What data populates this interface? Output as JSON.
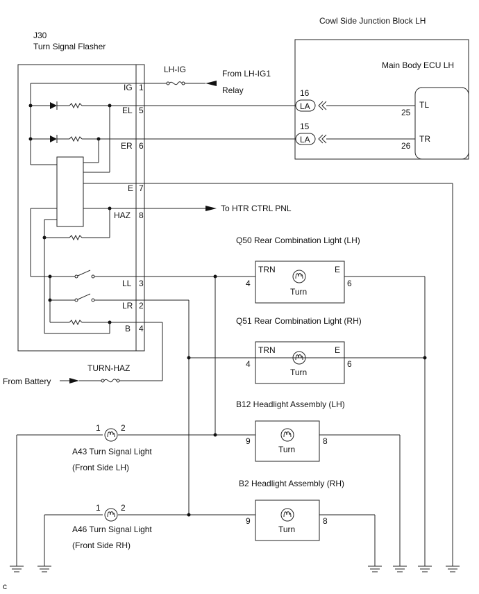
{
  "flasher": {
    "code": "J30",
    "name": "Turn Signal Flasher"
  },
  "junction_block": {
    "name": "Cowl Side Junction Block LH"
  },
  "ecu": {
    "name": "Main Body ECU LH",
    "pin_tl": "TL",
    "pin_tr": "TR",
    "num_25": "25",
    "num_26": "26"
  },
  "connector": {
    "label": "LA",
    "pin_16": "16",
    "pin_15": "15"
  },
  "flasher_pins": {
    "ig": "IG",
    "ig_num": "1",
    "el": "EL",
    "el_num": "5",
    "er": "ER",
    "er_num": "6",
    "e": "E",
    "e_num": "7",
    "haz": "HAZ",
    "haz_num": "8",
    "ll": "LL",
    "ll_num": "3",
    "lr": "LR",
    "lr_num": "2",
    "b": "B",
    "b_num": "4"
  },
  "fuses": {
    "lh_ig": "LH-IG",
    "from_lh_ig1": "From LH-IG1",
    "relay": "Relay",
    "turn_haz": "TURN-HAZ",
    "from_battery": "From Battery"
  },
  "htr": {
    "label": "To HTR CTRL PNL"
  },
  "q50": {
    "title": "Q50 Rear Combination Light (LH)",
    "trn": "TRN",
    "e": "E",
    "turn": "Turn",
    "pin_left": "4",
    "pin_right": "6"
  },
  "q51": {
    "title": "Q51 Rear Combination Light (RH)",
    "trn": "TRN",
    "e": "E",
    "turn": "Turn",
    "pin_left": "4",
    "pin_right": "6"
  },
  "b12": {
    "title": "B12 Headlight Assembly (LH)",
    "turn": "Turn",
    "pin_left": "9",
    "pin_right": "8"
  },
  "b2": {
    "title": "B2 Headlight Assembly (RH)",
    "turn": "Turn",
    "pin_left": "9",
    "pin_right": "8"
  },
  "a43": {
    "line1": "A43 Turn Signal Light",
    "line2": "(Front Side LH)",
    "pin_1": "1",
    "pin_2": "2"
  },
  "a46": {
    "line1": "A46 Turn Signal Light",
    "line2": "(Front Side RH)",
    "pin_1": "1",
    "pin_2": "2"
  },
  "corner": {
    "label": "c"
  }
}
